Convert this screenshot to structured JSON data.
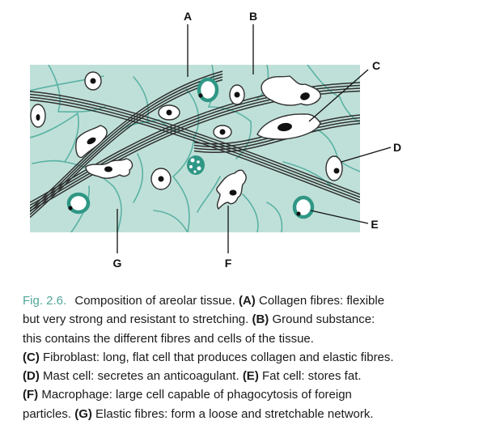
{
  "figure": {
    "labels": {
      "A": "A",
      "B": "B",
      "C": "C",
      "D": "D",
      "E": "E",
      "F": "F",
      "G": "G"
    },
    "colors": {
      "tissue": "#bfe0d8",
      "elastic_fibre": "#5bb2a5",
      "collagen": "#2f2f2f",
      "fat_cell": "#2f9785",
      "cell_fill": "#ffffff",
      "nucleus": "#111111"
    }
  },
  "caption": {
    "fig_number": "Fig. 2.6.",
    "l1_title": "Composition of areolar tissue.",
    "A_key": "(A)",
    "A_text1": "Collagen fibres: flexible",
    "l2_text": "but very strong and resistant to stretching.",
    "B_key": "(B)",
    "B_text1": "Ground substance:",
    "l3_text": "this contains the different fibres and cells of the tissue.",
    "C_key": "(C)",
    "C_text": "Fibroblast: long, flat cell that produces collagen and elastic fibres.",
    "D_key": "(D)",
    "D_text": "Mast cell: secretes an anticoagulant.",
    "E_key": "(E)",
    "E_text": "Fat cell: stores fat.",
    "F_key": "(F)",
    "F_text1": "Macrophage: large cell capable of phagocytosis of foreign",
    "l7_text": "particles.",
    "G_key": "(G)",
    "G_text": "Elastic fibres: form a loose and stretchable network."
  }
}
